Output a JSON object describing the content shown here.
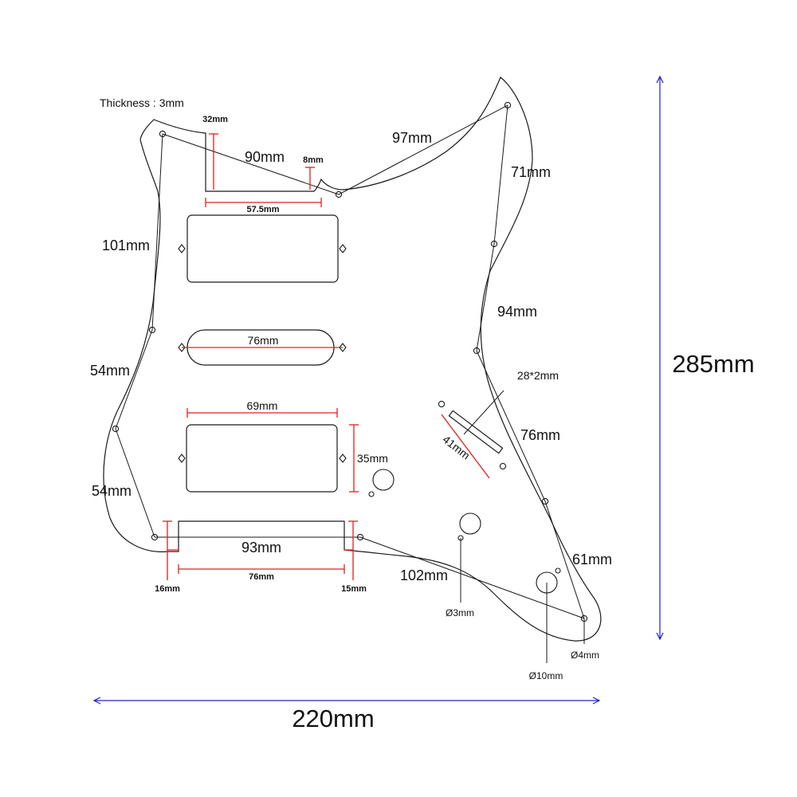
{
  "diagram": {
    "thickness_label": "Thickness : 3mm",
    "overall_width_label": "220mm",
    "overall_height_label": "285mm",
    "edge_labels": {
      "e90": "90mm",
      "e97": "97mm",
      "e71": "71mm",
      "e101": "101mm",
      "e94": "94mm",
      "e54a": "54mm",
      "e76r": "76mm",
      "e54b": "54mm",
      "e93": "93mm",
      "e102": "102mm",
      "e61": "61mm"
    },
    "cutout_labels": {
      "neck_depth": "32mm",
      "neck_step": "8mm",
      "neck_width": "57.5mm",
      "single_coil": "76mm",
      "humbucker_width": "69mm",
      "humbucker_height": "35mm",
      "bottom_slot_width": "76mm",
      "left_offset": "16mm",
      "right_offset": "15mm",
      "slot_size": "28*2mm",
      "slot_length": "41mm"
    },
    "hole_labels": {
      "small_hole": "Ø3mm",
      "screw_hole": "Ø4mm",
      "jack_hole": "Ø10mm"
    },
    "colors": {
      "outline": "#1a1a1a",
      "dimension_red": "#e02020",
      "dimension_blue": "#2020c8"
    }
  }
}
